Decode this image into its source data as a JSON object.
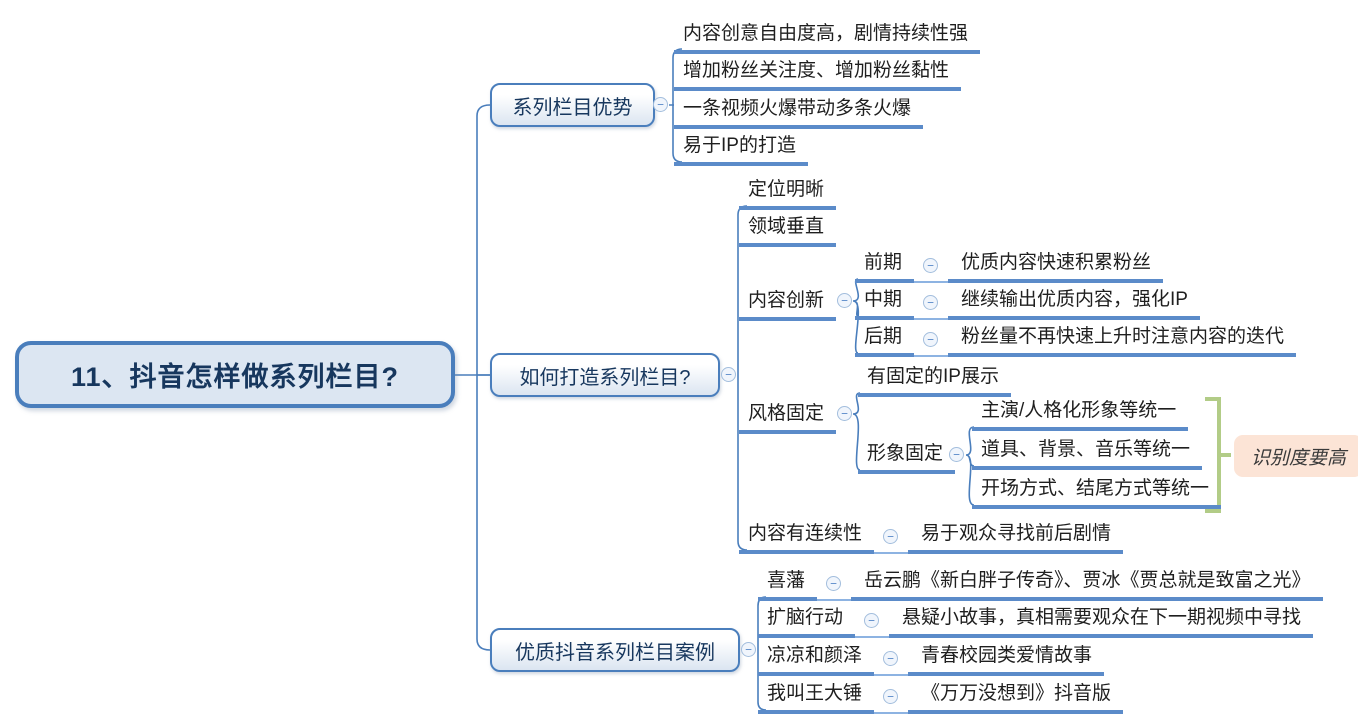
{
  "root": {
    "label": "11、抖音怎样做系列栏目?"
  },
  "advantages": {
    "label": "系列栏目优势",
    "items": [
      "内容创意自由度高，剧情持续性强",
      "增加粉丝关注度、增加粉丝黏性",
      "一条视频火爆带动多条火爆",
      "易于IP的打造"
    ]
  },
  "how_to": {
    "label": "如何打造系列栏目?",
    "positioning": "定位明晰",
    "vertical": "领域垂直",
    "innovation": {
      "label": "内容创新",
      "phases": [
        {
          "label": "前期",
          "desc": "优质内容快速积累粉丝"
        },
        {
          "label": "中期",
          "desc": "继续输出优质内容，强化IP"
        },
        {
          "label": "后期",
          "desc": "粉丝量不再快速上升时注意内容的迭代"
        }
      ]
    },
    "style": {
      "label": "风格固定",
      "ip_display": "有固定的IP展示",
      "image": {
        "label": "形象固定",
        "items": [
          "主演/人格化形象等统一",
          "道具、背景、音乐等统一",
          "开场方式、结尾方式等统一"
        ],
        "callout": "识别度要高"
      }
    },
    "continuity": {
      "label": "内容有连续性",
      "desc": "易于观众寻找前后剧情"
    }
  },
  "cases": {
    "label": "优质抖音系列栏目案例",
    "items": [
      {
        "label": "喜藩",
        "desc": "岳云鹏《新白胖子传奇》、贾冰《贾总就是致富之光》"
      },
      {
        "label": "扩脑行动",
        "desc": "悬疑小故事，真相需要观众在下一期视频中寻找"
      },
      {
        "label": "凉凉和颜泽",
        "desc": "青春校园类爱情故事"
      },
      {
        "label": "我叫王大锤",
        "desc": "《万万没想到》抖音版"
      }
    ]
  },
  "icons": {
    "collapse": "−"
  },
  "colors": {
    "branch_line": "#4a7ebc",
    "underline": "#5b8bc9",
    "node_border": "#4a7ebc",
    "node_fill": "#dce6f2",
    "title_text": "#17375e",
    "bracket_green": "#b2cc87",
    "callout_fill": "#fce4d6"
  }
}
